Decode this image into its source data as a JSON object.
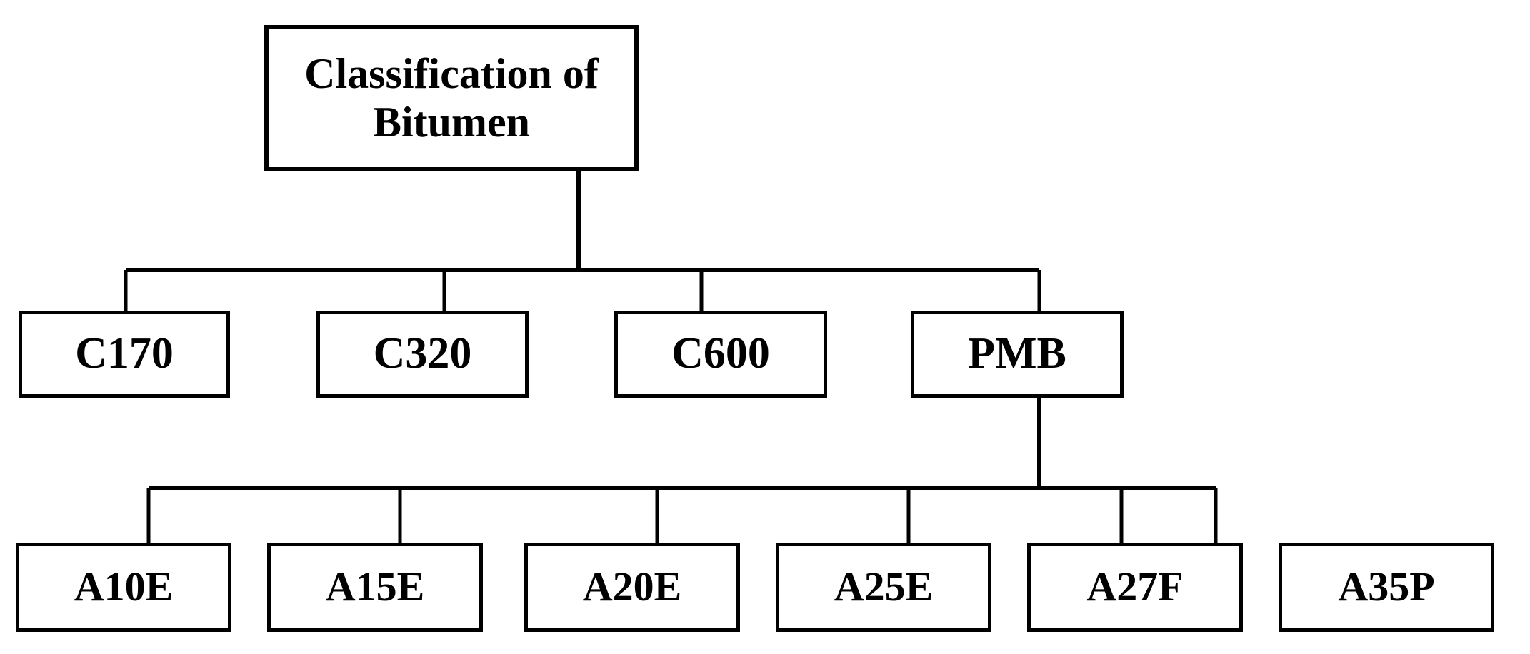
{
  "diagram": {
    "type": "hierarchy-tree",
    "title": "Classification of Bitumen",
    "background_color": "#ffffff",
    "line_color": "#000000",
    "text_color": "#000000",
    "root": {
      "id": "root",
      "label": "Classification of\nBitumen"
    },
    "level1": [
      {
        "id": "c170",
        "label": "C170"
      },
      {
        "id": "c320",
        "label": "C320"
      },
      {
        "id": "c600",
        "label": "C600"
      },
      {
        "id": "pmb",
        "label": "PMB"
      }
    ],
    "level2_parent": "PMB",
    "level2": [
      {
        "id": "a10e",
        "label": "A10E"
      },
      {
        "id": "a15e",
        "label": "A15E"
      },
      {
        "id": "a20e",
        "label": "A20E"
      },
      {
        "id": "a25e",
        "label": "A25E"
      },
      {
        "id": "a27f",
        "label": "A27F"
      },
      {
        "id": "a35p",
        "label": "A35P"
      }
    ]
  }
}
